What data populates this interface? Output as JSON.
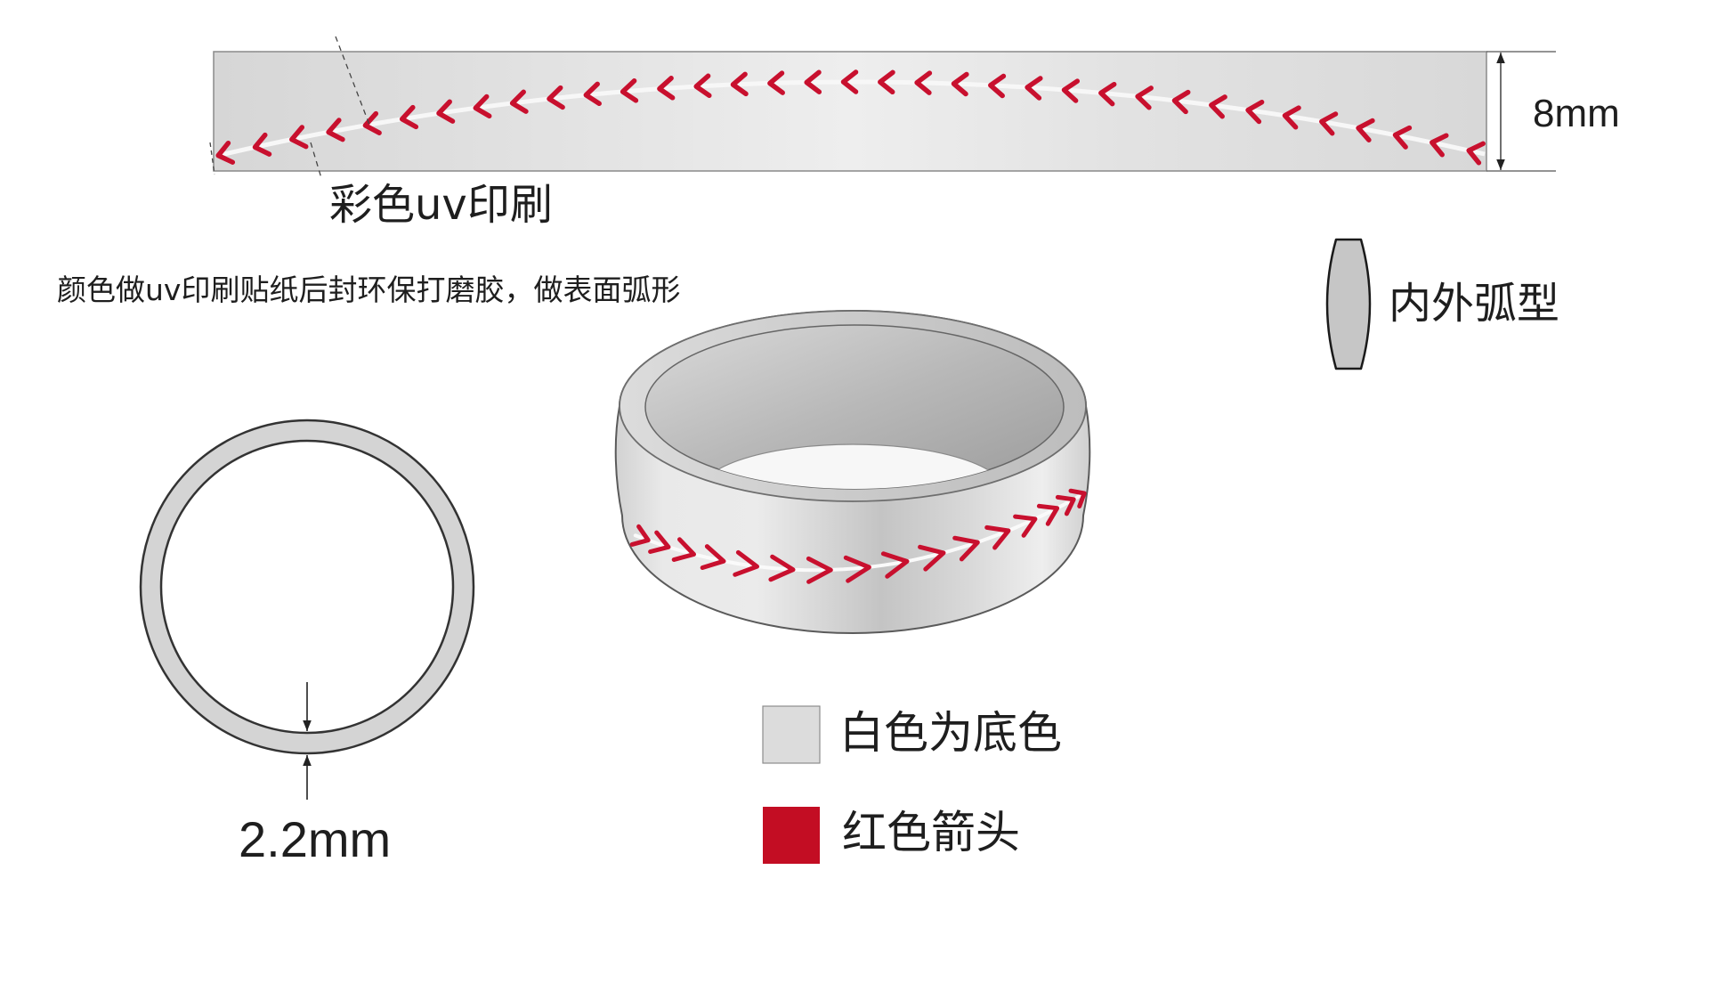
{
  "strip": {
    "print_label": "彩色uv印刷",
    "height_label": "8mm"
  },
  "note": {
    "text": "颜色做uv印刷贴纸后封环保打磨胶，做表面弧形"
  },
  "profile": {
    "label": "内外弧型"
  },
  "ring_section": {
    "thickness_label": "2.2mm"
  },
  "legend": [
    {
      "label": "白色为底色",
      "color": "#dcdcdc"
    },
    {
      "label": "红色箭头",
      "color": "#c30d23"
    }
  ],
  "colors": {
    "arrow_red": "#c8102e",
    "ring_grey": "#d4d4d4"
  }
}
